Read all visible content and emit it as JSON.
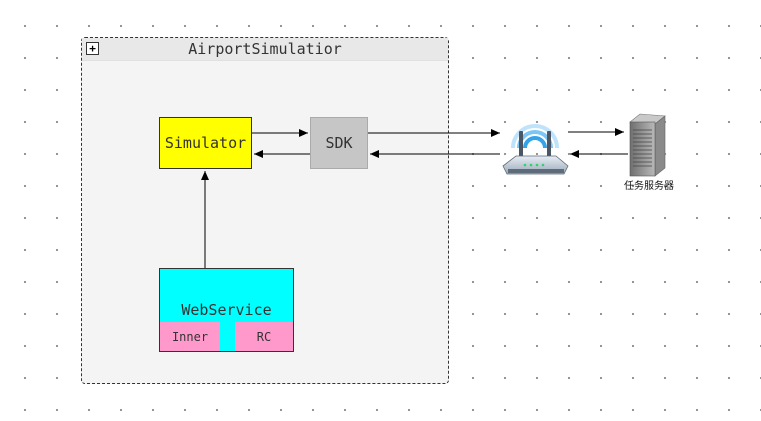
{
  "diagram": {
    "group": {
      "title": "AirportSimulatior",
      "expand_symbol": "+"
    },
    "nodes": {
      "simulator": "Simulator",
      "sdk": "SDK",
      "webservice": {
        "title": "WebService",
        "ports": [
          "Inner",
          "RC"
        ]
      },
      "router_icon": "wifi-router-icon",
      "server": {
        "icon": "server-icon",
        "label": "任务服务器"
      }
    },
    "colors": {
      "simulator": "#ffff00",
      "sdk": "#c6c6c6",
      "webservice": "#00ffff",
      "port": "#ff99cc",
      "group_background": "#f4f4f4"
    },
    "connections": [
      {
        "from": "Simulator",
        "to": "SDK"
      },
      {
        "from": "SDK",
        "to": "Simulator"
      },
      {
        "from": "SDK",
        "to": "wifi-router-icon"
      },
      {
        "from": "wifi-router-icon",
        "to": "SDK"
      },
      {
        "from": "wifi-router-icon",
        "to": "任务服务器"
      },
      {
        "from": "任务服务器",
        "to": "wifi-router-icon"
      },
      {
        "from": "WebService",
        "to": "Simulator"
      }
    ]
  }
}
